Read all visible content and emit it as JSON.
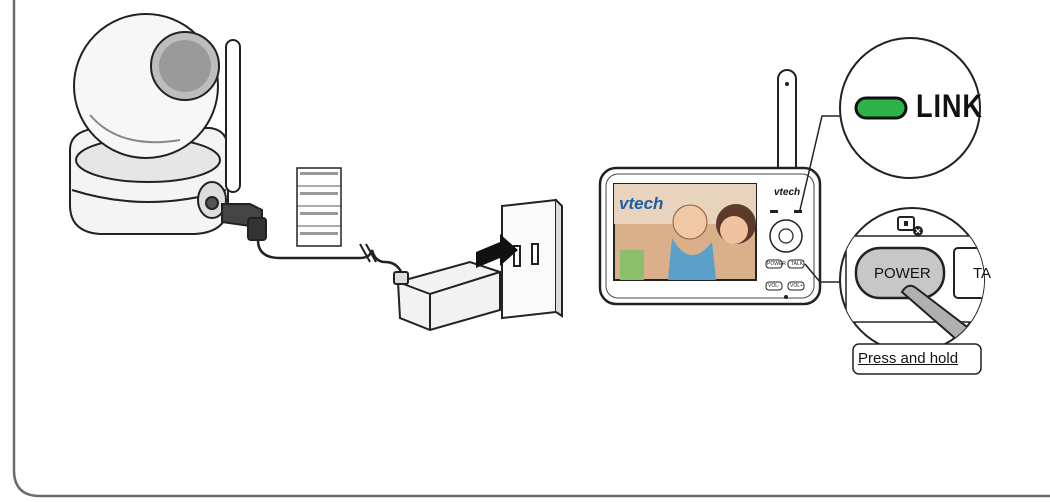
{
  "callouts": {
    "link_label": "LINK",
    "power_label": "POWER",
    "ta_label": "TA",
    "press_hold": "Press and hold"
  },
  "monitor": {
    "brand": "vtech",
    "brand_small": "vtech",
    "button_left": "POWER",
    "button_right": "TALK",
    "button_vol_down": "VOL-",
    "button_vol_up": "VOL+"
  },
  "colors": {
    "link_led": "#2eb34a",
    "outline": "#222222",
    "frame": "#6b6b6b"
  },
  "icons": [
    "camera-unit",
    "antenna",
    "power-adapter",
    "wall-outlet",
    "plug-arrow",
    "cable-label-tag",
    "parent-monitor",
    "power-button-icon",
    "finger"
  ]
}
